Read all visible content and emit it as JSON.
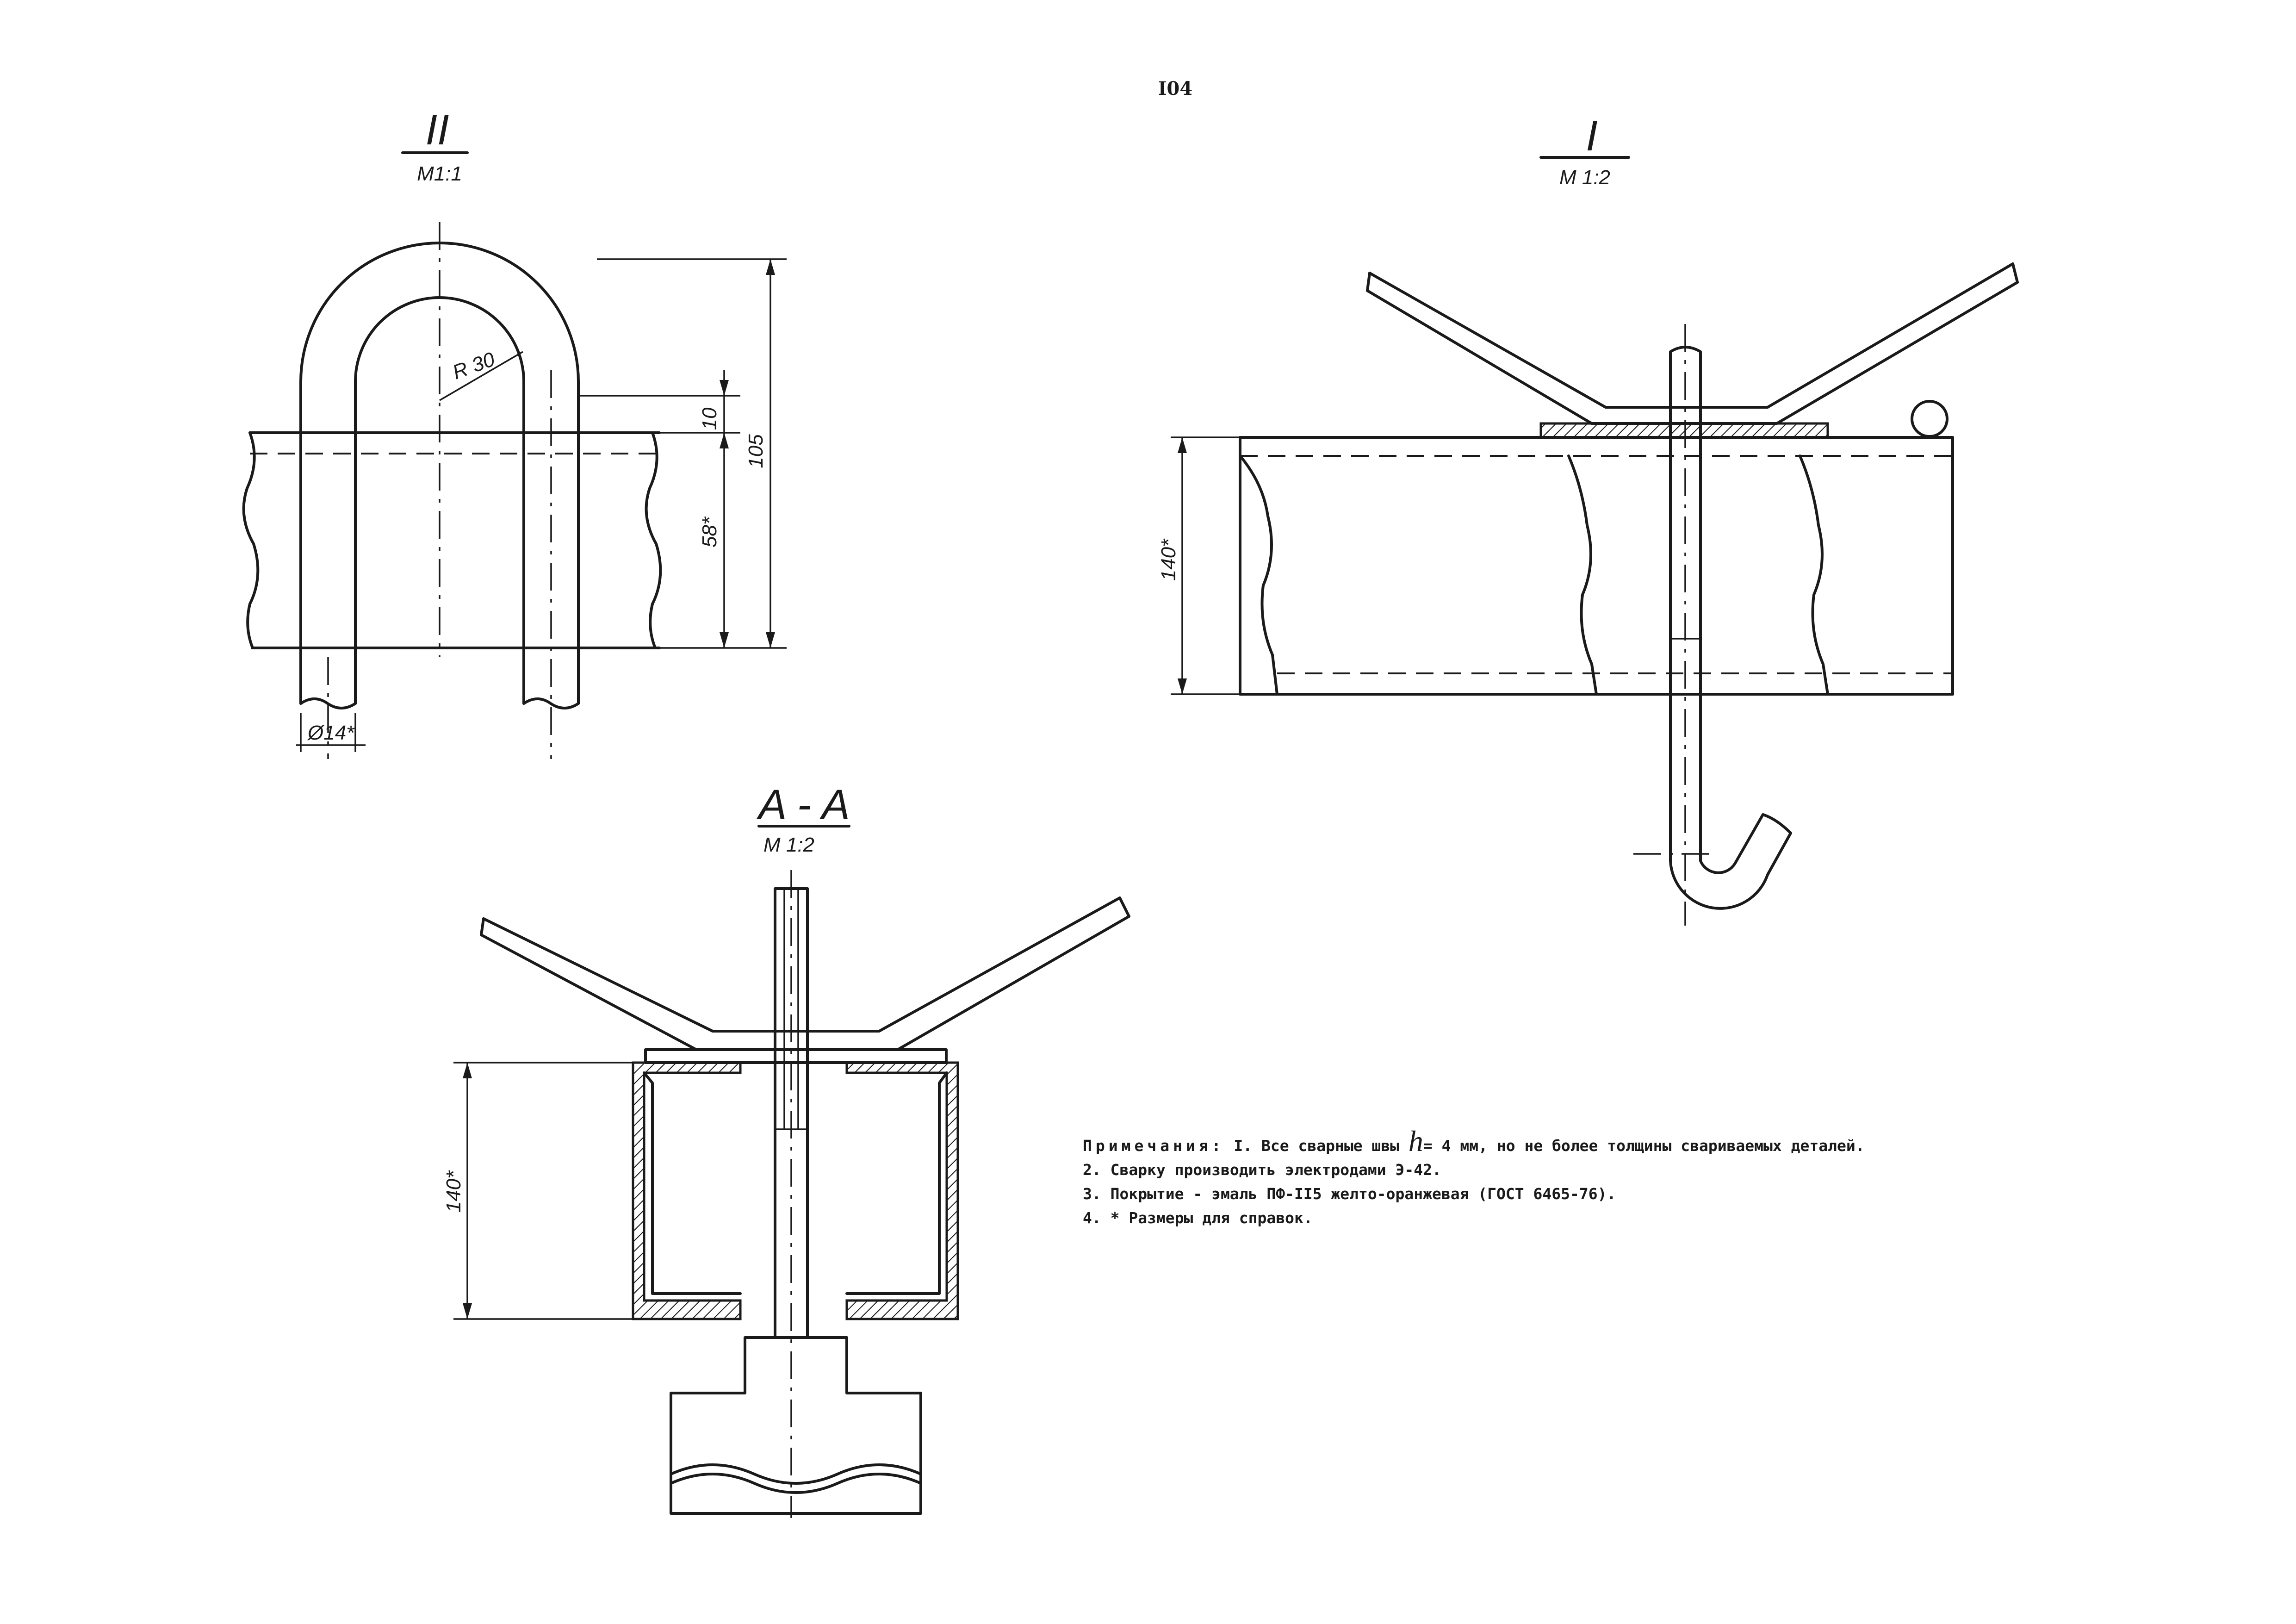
{
  "page_number": "I04",
  "views": {
    "detail_II": {
      "title": "II",
      "scale": "M1:1",
      "dims": {
        "radius": "R 30",
        "d10": "10",
        "d105": "105",
        "d58": "58*",
        "diameter": "Ø14*"
      }
    },
    "detail_I": {
      "title": "I",
      "scale": "M 1:2",
      "dims": {
        "d140": "140*"
      }
    },
    "section_AA": {
      "title": "A - A",
      "scale": "M 1:2",
      "dims": {
        "d140": "140*"
      }
    }
  },
  "notes": {
    "heading": "Примечания:",
    "line1_pre": "I. Все сварные швы",
    "weld_symbol": "h",
    "line1_post": "= 4 мм, но не более толщины свариваемых деталей.",
    "line2": "2. Сварку производить электродами Э-42.",
    "line3": "3. Покрытие - эмаль ПФ-II5 желто-оранжевая (ГОСТ 6465-76).",
    "line4": "4. * Размеры для справок."
  }
}
